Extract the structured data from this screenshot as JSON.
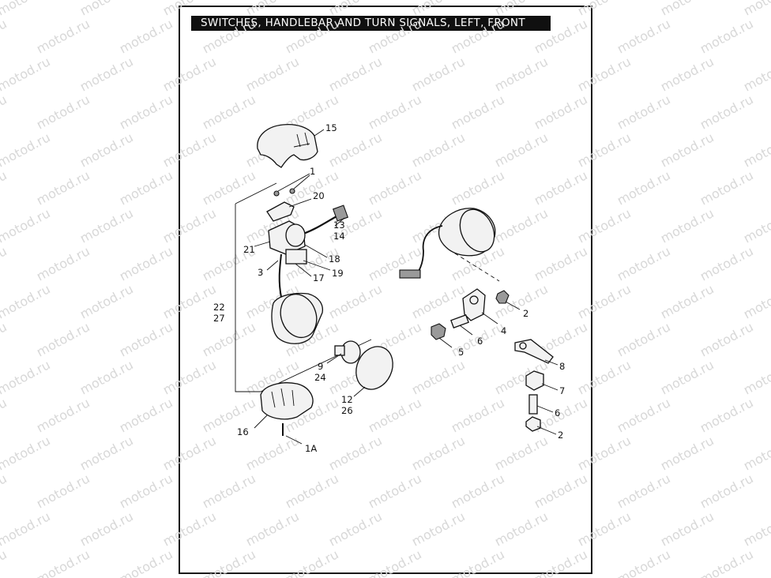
{
  "title": "SWITCHES, HANDLEBAR AND TURN SIGNALS, LEFT, FRONT",
  "watermark": "motod.ru",
  "callouts": [
    {
      "id": "c15",
      "text": "15"
    },
    {
      "id": "c1",
      "text": "1"
    },
    {
      "id": "c20",
      "text": "20"
    },
    {
      "id": "c13",
      "text": "13"
    },
    {
      "id": "c14",
      "text": "14"
    },
    {
      "id": "c21",
      "text": "21"
    },
    {
      "id": "c18",
      "text": "18"
    },
    {
      "id": "c3",
      "text": "3"
    },
    {
      "id": "c19",
      "text": "19"
    },
    {
      "id": "c17",
      "text": "17"
    },
    {
      "id": "c22",
      "text": "22"
    },
    {
      "id": "c27",
      "text": "27"
    },
    {
      "id": "c9",
      "text": "9"
    },
    {
      "id": "c24",
      "text": "24"
    },
    {
      "id": "c12",
      "text": "12"
    },
    {
      "id": "c26",
      "text": "26"
    },
    {
      "id": "c16",
      "text": "16"
    },
    {
      "id": "c1A",
      "text": "1A"
    },
    {
      "id": "c2a",
      "text": "2"
    },
    {
      "id": "c4",
      "text": "4"
    },
    {
      "id": "c6a",
      "text": "6"
    },
    {
      "id": "c5",
      "text": "5"
    },
    {
      "id": "c8",
      "text": "8"
    },
    {
      "id": "c7",
      "text": "7"
    },
    {
      "id": "c6b",
      "text": "6"
    },
    {
      "id": "c2b",
      "text": "2"
    }
  ]
}
